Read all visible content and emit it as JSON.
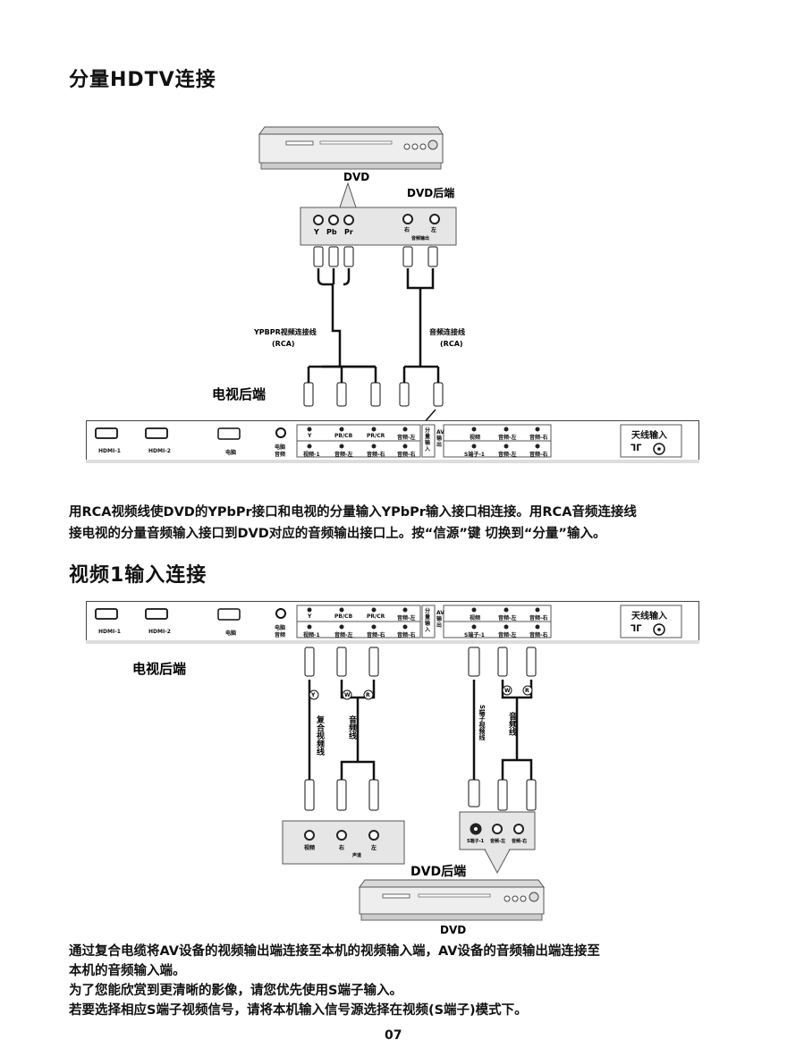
{
  "section1": {
    "title": "分量HDTV连接",
    "dvd_label": "DVD",
    "dvd_back_label": "DVD后端",
    "dvd_ports": [
      "Y",
      "Pb",
      "Pr",
      "右",
      "左"
    ],
    "dvd_audio_out": "音频输出",
    "video_cable": "YPBPR视频连接线",
    "video_cable_sub": "(RCA)",
    "audio_cable": "音频连接线",
    "audio_cable_sub": "(RCA)",
    "tv_back_label": "电视后端",
    "description_line1": "用RCA视频线使DVD的YPbPr接口和电视的分量输入YPbPr输入接口相连接。用RCA音频连接线",
    "description_line2": "接电视的分量音频输入接口到DVD对应的音频输出接口上。按“信源”键 切换到“分量”输入。"
  },
  "tv_panel": {
    "hdmi1": "HDMI-1",
    "hdmi2": "HDMI-2",
    "pc": "电脑",
    "pc_audio_1": "电脑",
    "pc_audio_2": "音频",
    "comp_top": [
      "Y",
      "PB/CB",
      "PR/CR",
      "音频-左"
    ],
    "comp_bottom": [
      "视频-1",
      "音频-左",
      "音频-右",
      "音频-右"
    ],
    "comp_side": "分量输入",
    "av_side": "AV输出",
    "av_top": [
      "视频",
      "音频-左",
      "音频-右"
    ],
    "av_bottom": [
      "S端子-1",
      "音频-左",
      "音频-右"
    ],
    "antenna_label": "天线输入",
    "antenna_symbol": "ᒣᒥ"
  },
  "section2": {
    "title": "视频1输入连接",
    "tv_back_label": "电视后端",
    "composite_cable": "复合视频线",
    "audio_cable_left": "音频线",
    "svideo_cable": "S端子视频线",
    "audio_cable_right": "音频线",
    "tag_y": "Y",
    "tag_w": "W",
    "tag_r": "R",
    "dvd_left_ports": [
      "视频",
      "右",
      "左"
    ],
    "dvd_left_sub": "声道",
    "dvd_right_ports": [
      "S端子-1",
      "音频-左",
      "音频-右"
    ],
    "dvd_back_label": "DVD后端",
    "dvd_label": "DVD",
    "description": [
      "通过复合电缆将AV设备的视频输出端连接至本机的视频输入端，AV设备的音频输出端连接至",
      "本机的音频输入端。",
      "为了您能欣赏到更清晰的影像，请您优先使用S端子输入。",
      "若要选择相应S端子视频信号，请将本机输入信号源选择在视频(S端子)模式下。"
    ]
  },
  "page_number": "07"
}
